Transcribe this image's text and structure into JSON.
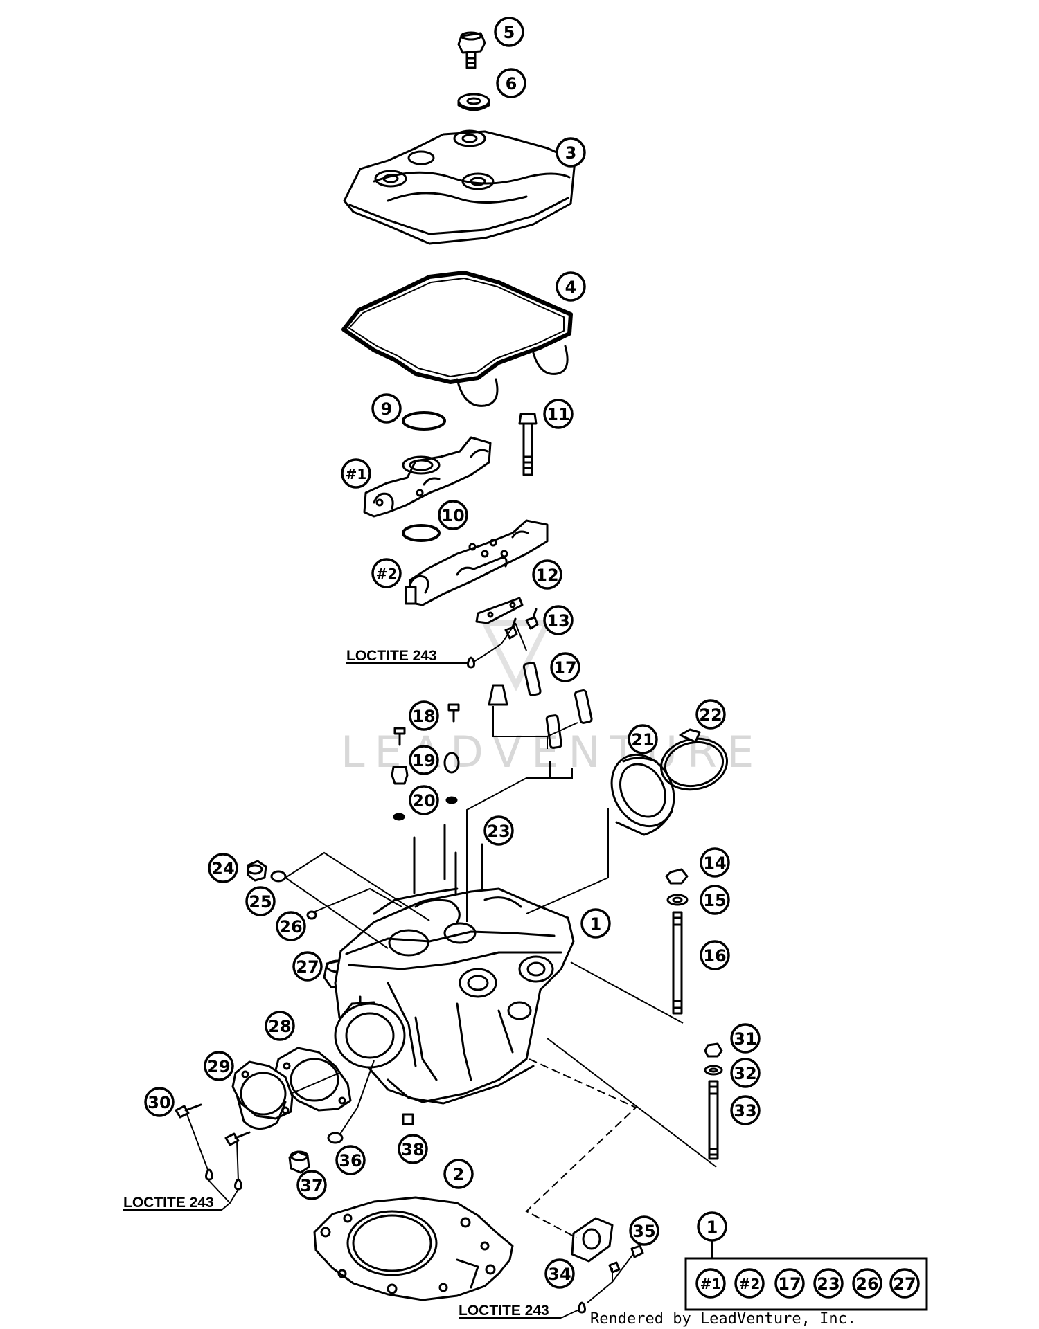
{
  "callouts": {
    "c1": "1",
    "c2": "2",
    "c3": "3",
    "c4": "4",
    "c5": "5",
    "c6": "6",
    "c9": "9",
    "c10": "10",
    "c11": "11",
    "c12": "12",
    "c13": "13",
    "c14": "14",
    "c15": "15",
    "c16": "16",
    "c17": "17",
    "c18": "18",
    "c19": "19",
    "c20": "20",
    "c21": "21",
    "c22": "22",
    "c23": "23",
    "c24": "24",
    "c25": "25",
    "c26": "26",
    "c27": "27",
    "c28": "28",
    "c29": "29",
    "c30": "30",
    "c31": "31",
    "c32": "32",
    "c33": "33",
    "c34": "34",
    "c35": "35",
    "c36": "36",
    "c37": "37",
    "c38": "38",
    "h1": "#1",
    "h2": "#2"
  },
  "kit": {
    "header": "1",
    "items": [
      "#1",
      "#2",
      "17",
      "23",
      "26",
      "27"
    ]
  },
  "loctite": {
    "upper": "LOCTITE 243",
    "left": "LOCTITE 243",
    "bottom": "LOCTITE 243"
  },
  "watermark": "LEADVENTURE",
  "credit": "Rendered by LeadVenture, Inc."
}
